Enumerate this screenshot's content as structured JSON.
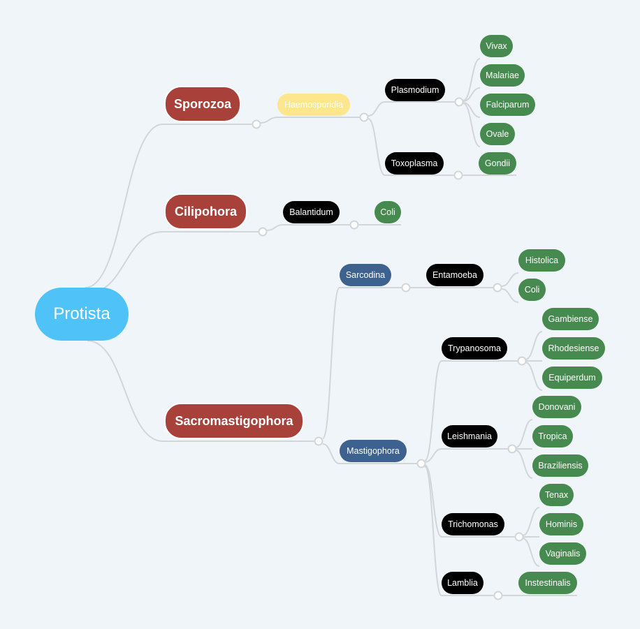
{
  "colors": {
    "background": "#f0f5f9",
    "root": "#4fc3f7",
    "main_topic": "#a8413a",
    "genus": "#000000",
    "species": "#468a4f",
    "order_yellow": "#fde68c",
    "subclass_blue": "#3d628f",
    "connector": "#d3d6d9"
  },
  "root": {
    "label": "Protista"
  },
  "branches": [
    {
      "label": "Sporozoa",
      "children": [
        {
          "label": "Haemosporidia",
          "color": "yellow",
          "children": [
            {
              "label": "Plasmodium",
              "children": [
                {
                  "label": "Vivax"
                },
                {
                  "label": "Malariae"
                },
                {
                  "label": "Falciparum"
                },
                {
                  "label": "Ovale"
                }
              ]
            },
            {
              "label": "Toxoplasma",
              "children": [
                {
                  "label": "Gondii"
                }
              ]
            }
          ]
        }
      ]
    },
    {
      "label": "Cilipohora",
      "children": [
        {
          "label": "Balantidum",
          "children": [
            {
              "label": "Coli"
            }
          ]
        }
      ]
    },
    {
      "label": "Sacromastigophora",
      "children": [
        {
          "label": "Sarcodina",
          "color": "blue",
          "children": [
            {
              "label": "Entamoeba",
              "children": [
                {
                  "label": "Histolica"
                },
                {
                  "label": "Coli"
                }
              ]
            }
          ]
        },
        {
          "label": "Mastigophora",
          "color": "blue",
          "children": [
            {
              "label": "Trypanosoma",
              "children": [
                {
                  "label": "Gambiense"
                },
                {
                  "label": "Rhodesiense"
                },
                {
                  "label": "Equiperdum"
                }
              ]
            },
            {
              "label": "Leishmania",
              "children": [
                {
                  "label": "Donovani"
                },
                {
                  "label": "Tropica"
                },
                {
                  "label": "Braziliensis"
                }
              ]
            },
            {
              "label": "Trichomonas",
              "children": [
                {
                  "label": "Tenax"
                },
                {
                  "label": "Hominis"
                },
                {
                  "label": "Vaginalis"
                }
              ]
            },
            {
              "label": "Lamblia",
              "children": [
                {
                  "label": "Instestinalis"
                }
              ]
            }
          ]
        }
      ]
    }
  ]
}
